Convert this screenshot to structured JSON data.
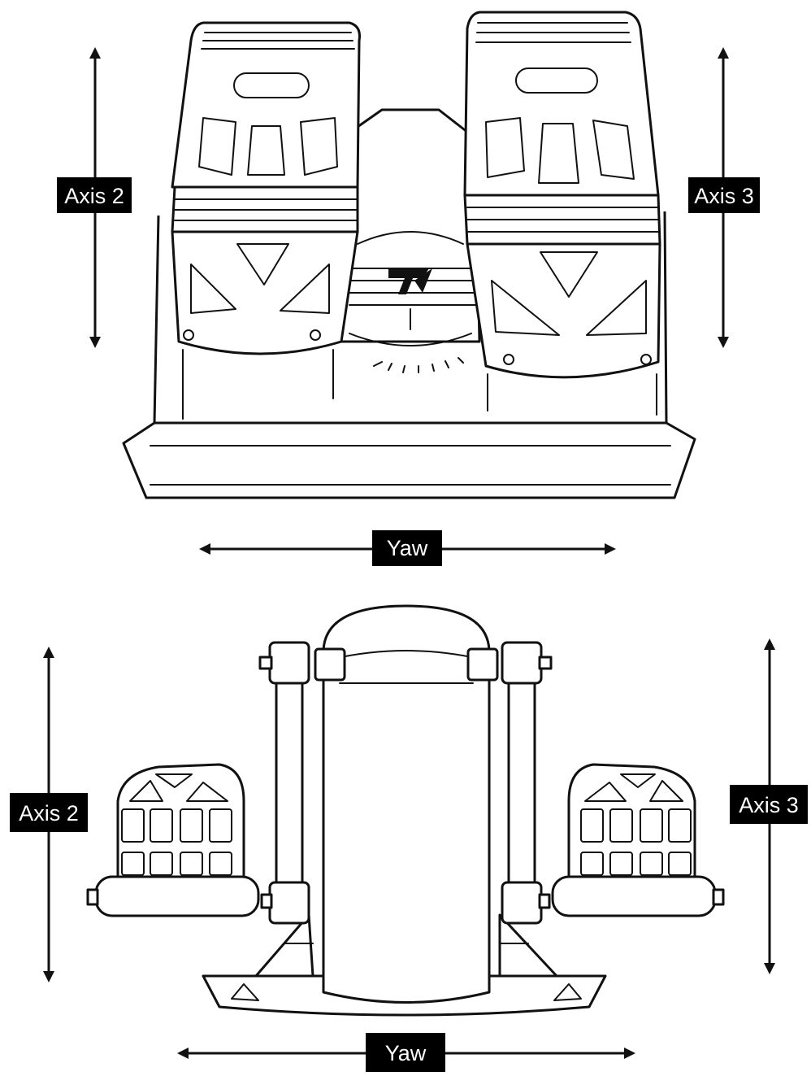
{
  "views": [
    {
      "id": "top",
      "labels": {
        "left_axis": "Axis 2",
        "right_axis": "Axis 3",
        "bottom_axis": "Yaw"
      }
    },
    {
      "id": "side",
      "labels": {
        "left_axis": "Axis 2",
        "right_axis": "Axis 3",
        "bottom_axis": "Yaw"
      }
    }
  ],
  "colors": {
    "line": "#111111",
    "label_bg": "#000000",
    "label_text": "#ffffff",
    "background": "#ffffff"
  },
  "icons": [
    "rudder-pedals-top-illustration",
    "rudder-pedals-front-illustration",
    "brand-logo-icon"
  ]
}
